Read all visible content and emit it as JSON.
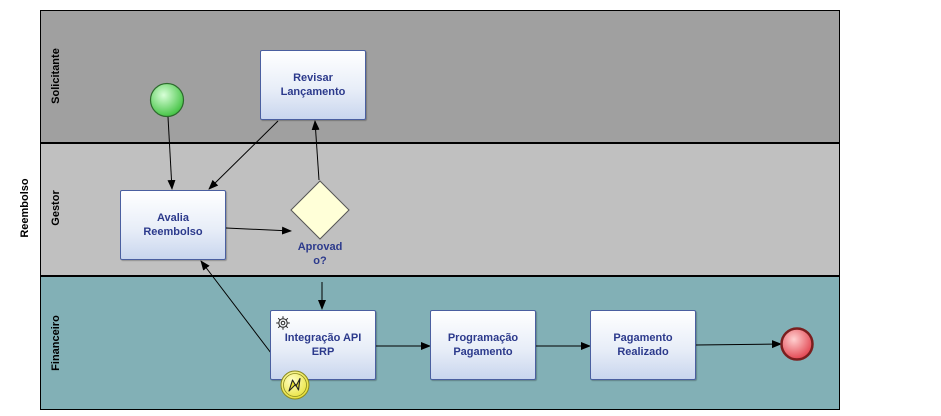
{
  "pool": {
    "name": "Reembolso"
  },
  "lanes": [
    {
      "name": "Solicitante",
      "color": "#a0a0a0"
    },
    {
      "name": "Gestor",
      "color": "#c0c0c0"
    },
    {
      "name": "Financeiro",
      "color": "#82b0b6"
    }
  ],
  "tasks": {
    "revisar": "Revisar\nLançamento",
    "avalia": "Avalia\nReembolso",
    "integracao": "Integração API\nERP",
    "programacao": "Programação\nPagamento",
    "pagamento": "Pagamento\nRealizado"
  },
  "gateway": {
    "label": "Aprovad\no?"
  },
  "icons": {
    "start_event": "start-event-circle",
    "end_event": "end-event-circle",
    "service_task": "gear-icon",
    "error_boundary": "lightning-icon"
  },
  "colors": {
    "task_text": "#2c3a8c",
    "start_fill": "#5fd35f",
    "end_fill": "#e8505a",
    "gateway_fill": "#ffffd8",
    "boundary_fill": "#f5f04a"
  }
}
